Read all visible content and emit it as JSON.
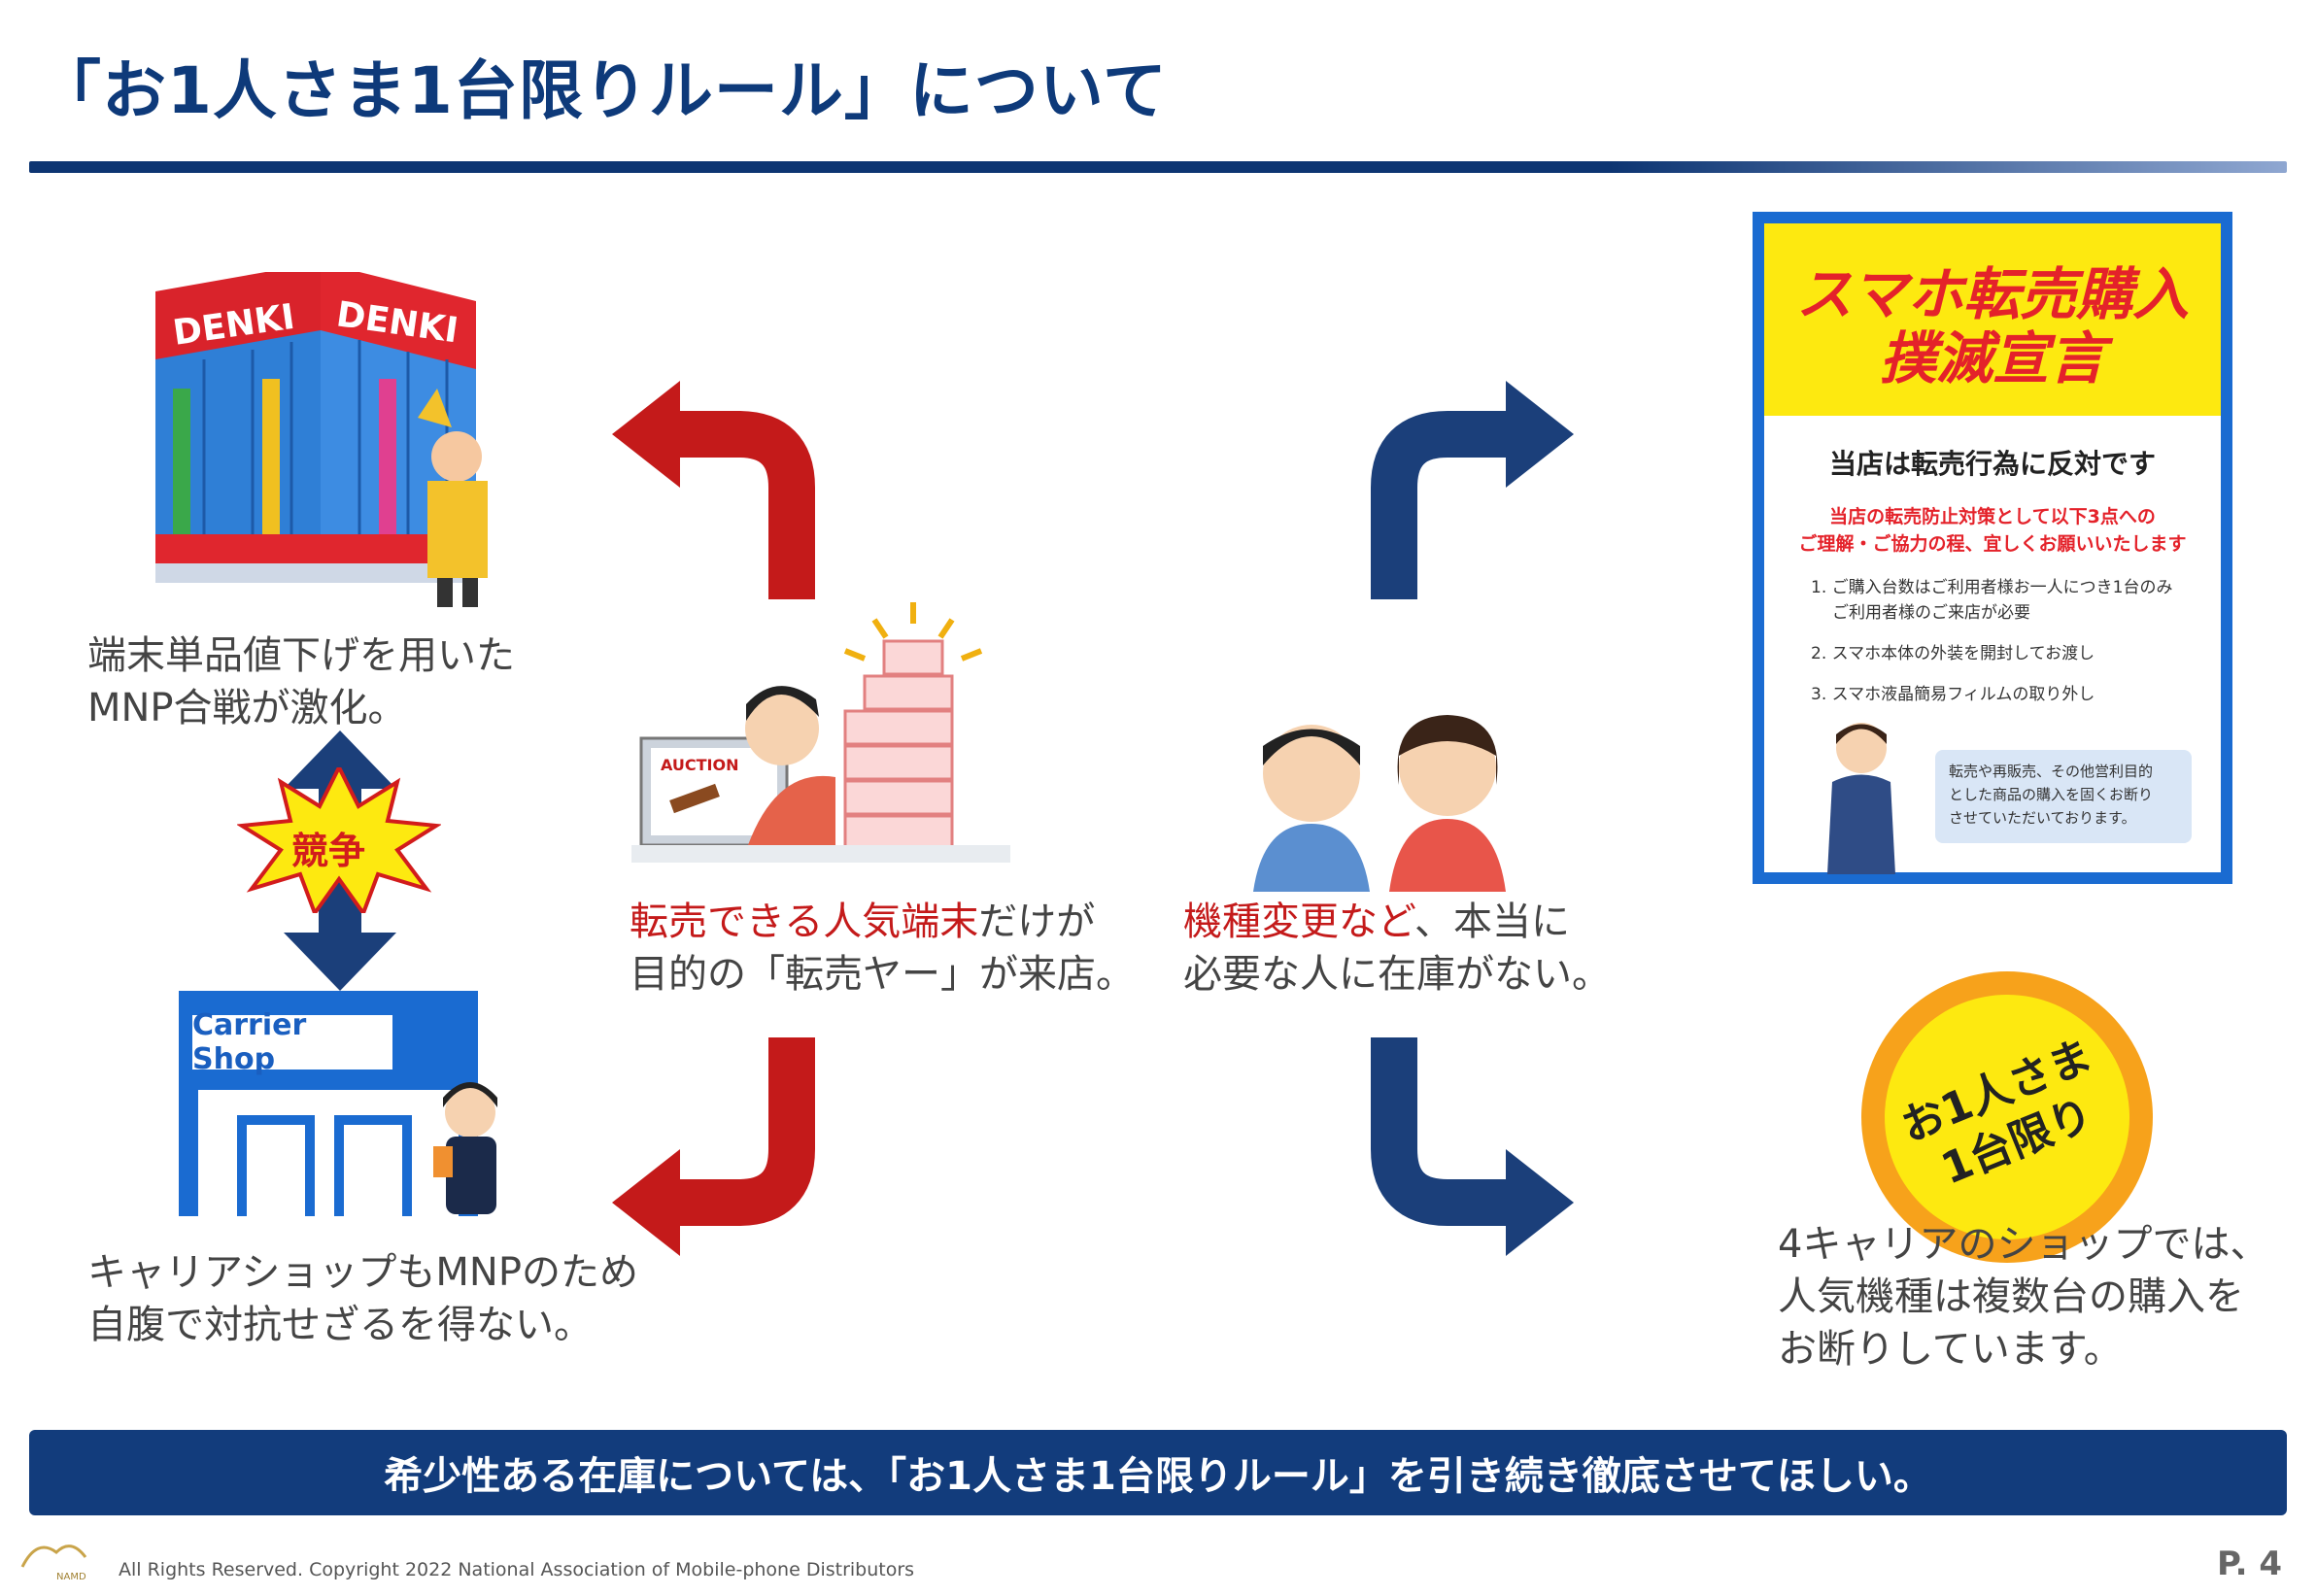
{
  "title": "「お1人さま1台限りルール」について",
  "store": {
    "sign_left": "DENKI",
    "sign_right": "DENKI"
  },
  "caption_left_top": {
    "line1": "端末単品値下げを用いた",
    "line2": "MNP合戦が激化。"
  },
  "competition_label": "競争",
  "carrier_shop_label": "Carrier Shop",
  "caption_left_bottom": {
    "line1": "キャリアショップもMNPのため",
    "line2": "自腹で対抗せざるを得ない。"
  },
  "auction_label": "AUCTION",
  "caption_center_left": {
    "line1_red": "転売できる人気端末",
    "line1_rest": "だけが",
    "line2": "目的の「転売ヤー」が来店。"
  },
  "caption_center_right": {
    "line1_red": "機種変更など",
    "line1_rest": "、本当に",
    "line2": "必要な人に在庫がない。"
  },
  "poster": {
    "title_line1": "スマホ転売購入",
    "title_line2": "撲滅宣言",
    "subtitle": "当店は転売行為に反対です",
    "notice_line1": "当店の転売防止対策として以下3点への",
    "notice_line2": "ご理解・ご協力の程、宜しくお願いいたします",
    "items": [
      "1. ご購入台数はご利用者様お一人につき1台のみ",
      "ご利用者様のご来店が必要",
      "2. スマホ本体の外装を開封してお渡し",
      "3. スマホ液晶簡易フィルムの取り外し"
    ],
    "note_line1": "転売や再販売、その他営利目的",
    "note_line2": "とした商品の購入を固くお断り",
    "note_line3": "させていただいております。"
  },
  "badge": {
    "line1": "お1人さま",
    "line2": "1台限り"
  },
  "caption_right": {
    "line1": "4キャリアのショップでは、",
    "line2": "人気機種は複数台の購入を",
    "line3": "お断りしています。"
  },
  "banner": "希少性ある在庫については、「お1人さま1台限りルール」を引き続き徹底させてほしい。",
  "footer": "All Rights Reserved. Copyright  2022  National Association of Mobile-phone Distributors",
  "logo_text": "NAMD",
  "page_number": "P. 4",
  "colors": {
    "navy": "#123c7c",
    "red": "#c41a1a",
    "blue": "#1a6bd1",
    "yellow": "#fde910",
    "orange": "#f7a21b"
  }
}
